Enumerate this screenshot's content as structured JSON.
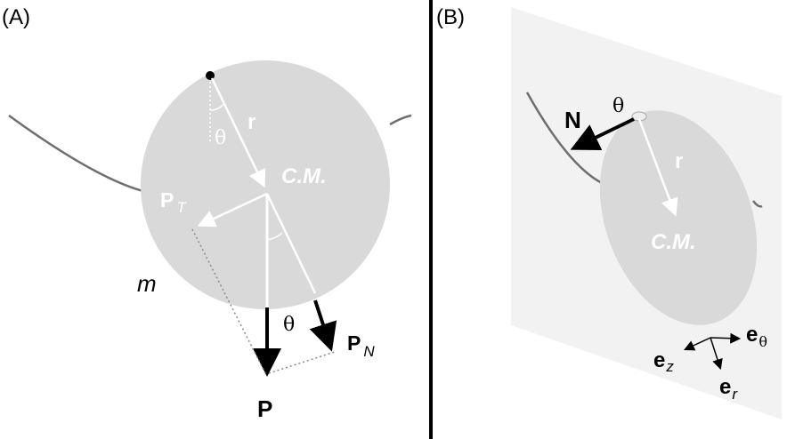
{
  "panel_a": {
    "label": "(A)",
    "r": "r",
    "theta_top": "θ",
    "theta_mid": "θ",
    "cm": "C.M.",
    "pt_main": "P",
    "pt_sub": "T",
    "m": "m",
    "pn_main": "P",
    "pn_sub": "N",
    "p": "P"
  },
  "panel_b": {
    "label": "(B)",
    "n": "N",
    "theta": "θ",
    "r": "r",
    "cm": "C.M.",
    "ez_main": "e",
    "ez_sub": "z",
    "etheta_main": "e",
    "etheta_sub": "θ",
    "er_main": "e",
    "er_sub": "r"
  },
  "colors": {
    "disk": "#d9d9d9",
    "plane": "#f2f2f2",
    "arrow_dark": "#000000",
    "arrow_light": "#ffffff",
    "rim": "#6f6f6f"
  }
}
